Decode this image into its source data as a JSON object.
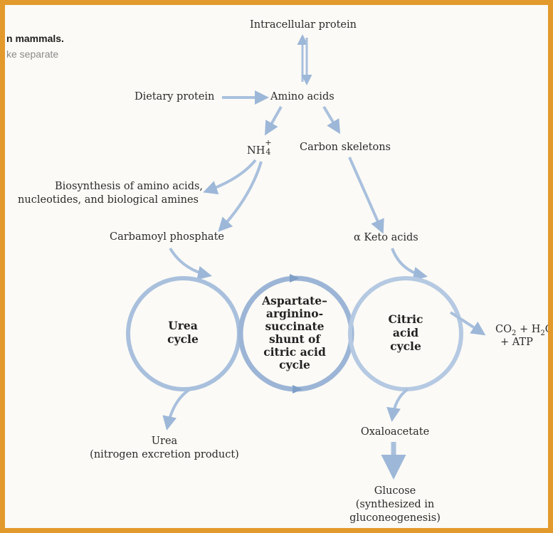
{
  "side_text": [
    "n mammals.",
    "ke separate"
  ],
  "nodes": {
    "intracellular_protein": "Intracellular protein",
    "dietary_protein": "Dietary protein",
    "amino_acids": "Amino acids",
    "nh4_base": "NH",
    "nh4_sup": "+",
    "nh4_sub": "4",
    "carbon_skeletons": "Carbon skeletons",
    "biosynthesis": [
      "Biosynthesis of amino acids,",
      "nucleotides, and biological amines"
    ],
    "carbamoyl_phosphate": "Carbamoyl phosphate",
    "alpha_keto_acids": "α Keto acids",
    "urea": [
      "Urea",
      "(nitrogen excretion product)"
    ],
    "oxaloacetate": "Oxaloacetate",
    "glucose": [
      "Glucose",
      "(synthesized in",
      "gluconeogenesis)"
    ],
    "co2_line1": [
      "CO",
      "2",
      " + H",
      "2",
      "O"
    ],
    "co2_line2": "+ ATP"
  },
  "cycles": {
    "urea_cycle": [
      "Urea",
      "cycle"
    ],
    "shunt": [
      "Aspartate–",
      "arginino-",
      "succinate",
      "shunt of",
      "citric acid",
      "cycle"
    ],
    "citric_acid_cycle": [
      "Citric",
      "acid",
      "cycle"
    ]
  },
  "colors": {
    "border": "#e39a2c",
    "background": "#fbfaf6",
    "arrow": "#a9c0dd",
    "arrow_dark": "#7f9fc7",
    "text": "#2a2a2a"
  }
}
